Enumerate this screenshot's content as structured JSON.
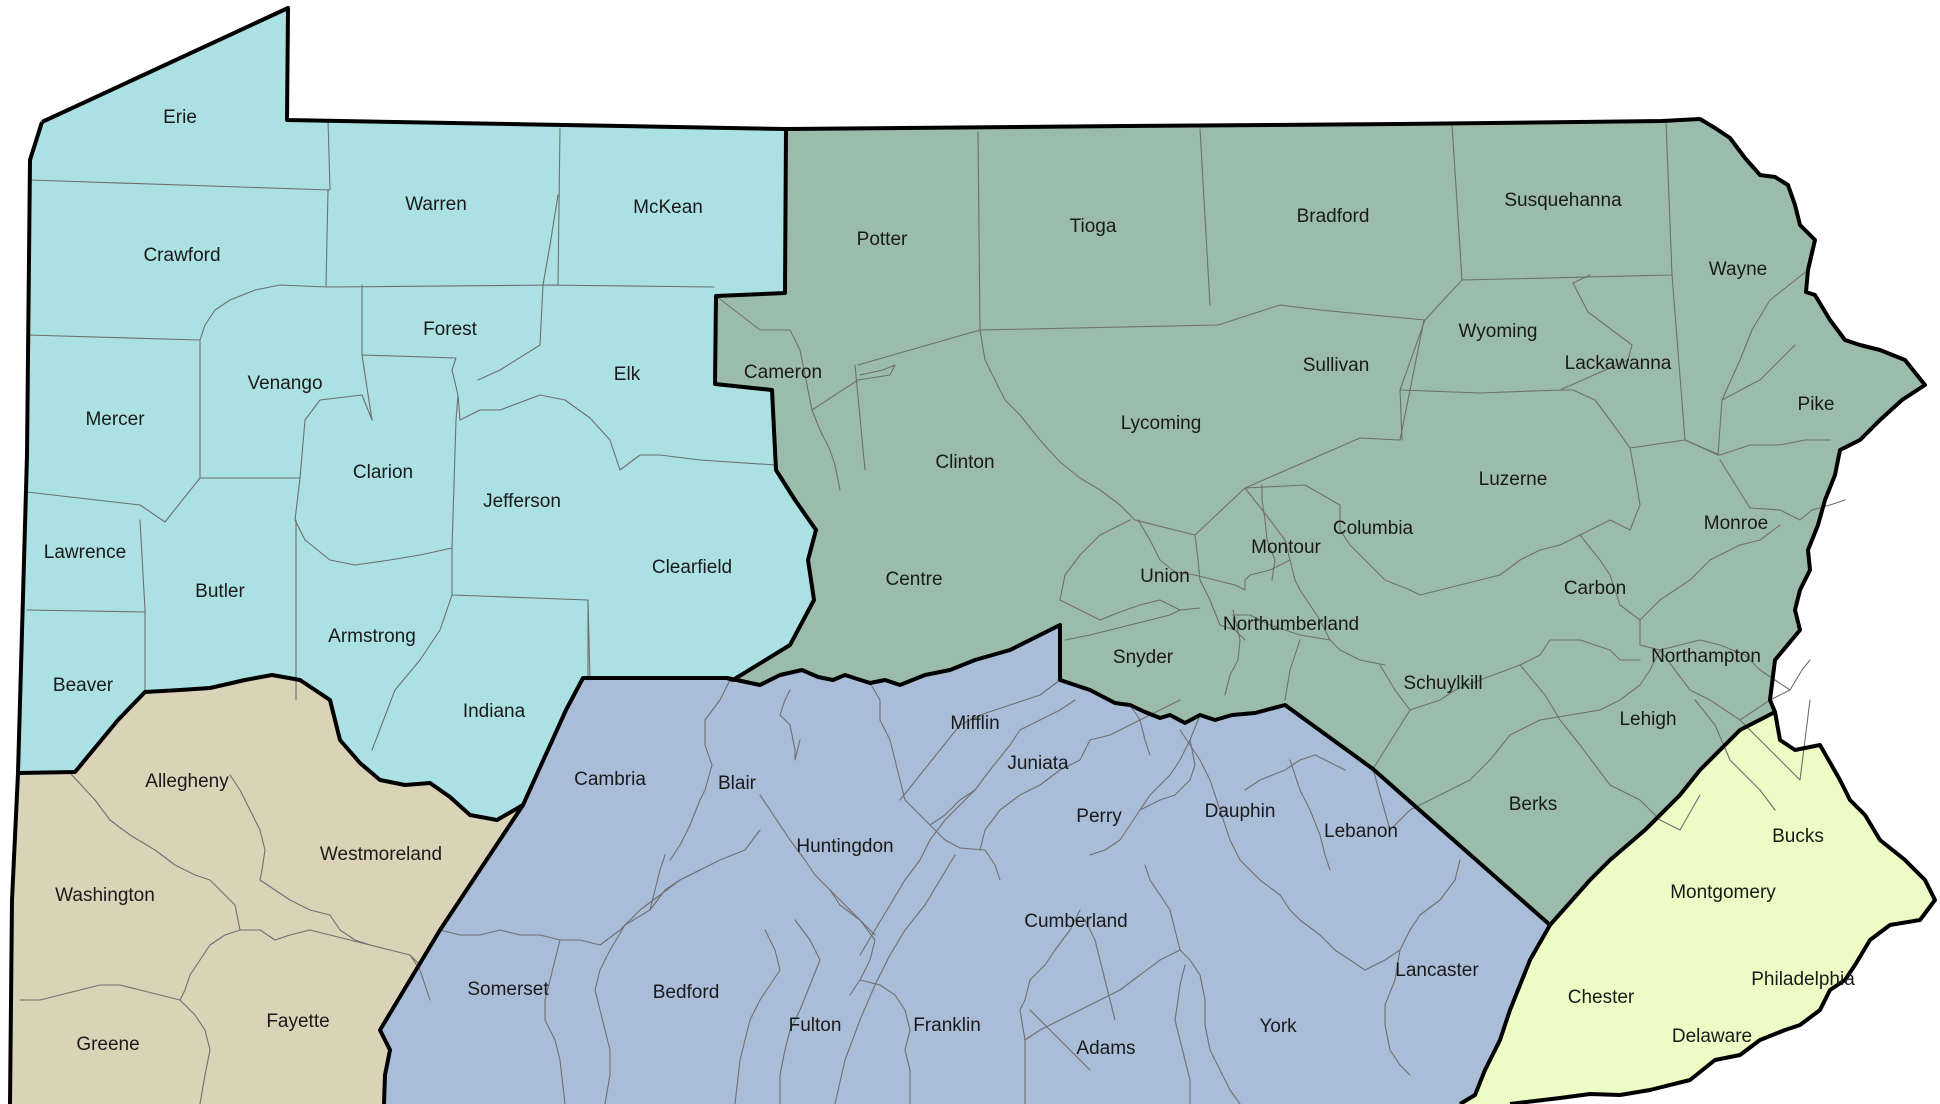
{
  "colors": {
    "northwest": "#abe1e3",
    "northcentral_east": "#9bbcaa",
    "southwest": "#dbd3b8",
    "southcentral": "#a9bcd8",
    "southeast": "#edfbc4"
  },
  "counties": {
    "erie": "Erie",
    "warren": "Warren",
    "mckean": "McKean",
    "crawford": "Crawford",
    "forest": "Forest",
    "elk": "Elk",
    "venango": "Venango",
    "mercer": "Mercer",
    "clarion": "Clarion",
    "jefferson": "Jefferson",
    "clearfield": "Clearfield",
    "lawrence": "Lawrence",
    "butler": "Butler",
    "armstrong": "Armstrong",
    "beaver": "Beaver",
    "indiana": "Indiana",
    "cameron": "Cameron",
    "potter": "Potter",
    "tioga": "Tioga",
    "bradford": "Bradford",
    "susquehanna": "Susquehanna",
    "wayne": "Wayne",
    "wyoming": "Wyoming",
    "sullivan": "Sullivan",
    "lackawanna": "Lackawanna",
    "pike": "Pike",
    "lycoming": "Lycoming",
    "clinton": "Clinton",
    "luzerne": "Luzerne",
    "centre": "Centre",
    "union": "Union",
    "montour": "Montour",
    "columbia": "Columbia",
    "monroe": "Monroe",
    "carbon": "Carbon",
    "northumberland": "Northumberland",
    "snyder": "Snyder",
    "schuylkill": "Schuylkill",
    "northampton": "Northampton",
    "lehigh": "Lehigh",
    "berks": "Berks",
    "allegheny": "Allegheny",
    "westmoreland": "Westmoreland",
    "washington": "Washington",
    "greene": "Greene",
    "fayette": "Fayette",
    "cambria": "Cambria",
    "blair": "Blair",
    "mifflin": "Mifflin",
    "juniata": "Juniata",
    "huntingdon": "Huntingdon",
    "perry": "Perry",
    "dauphin": "Dauphin",
    "lebanon": "Lebanon",
    "cumberland": "Cumberland",
    "somerset": "Somerset",
    "bedford": "Bedford",
    "fulton": "Fulton",
    "franklin": "Franklin",
    "adams": "Adams",
    "york": "York",
    "lancaster": "Lancaster",
    "bucks": "Bucks",
    "montgomery": "Montgomery",
    "philadelphia": "Philadelphia",
    "chester": "Chester",
    "delaware": "Delaware"
  }
}
